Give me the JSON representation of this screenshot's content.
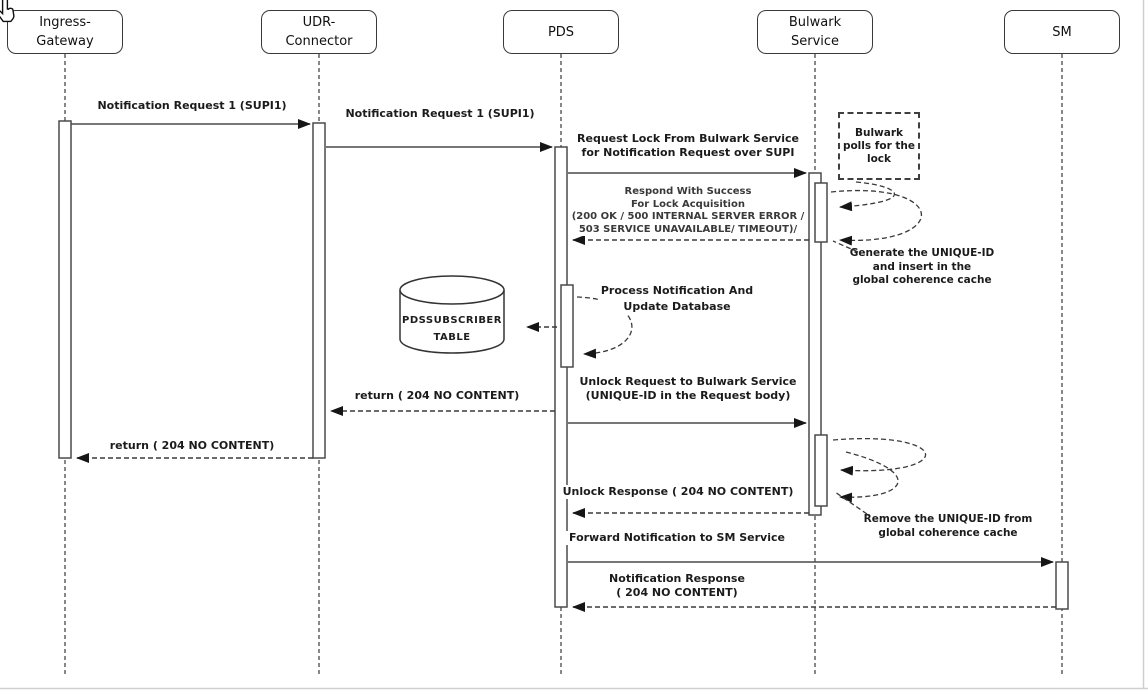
{
  "diagram_type": "uml-sequence-diagram",
  "actors": [
    {
      "id": "ingress-gateway",
      "label": "Ingress-\nGateway"
    },
    {
      "id": "udr-connector",
      "label": "UDR-\nConnector"
    },
    {
      "id": "pds",
      "label": "PDS"
    },
    {
      "id": "bulwark-service",
      "label": "Bulwark\nService"
    },
    {
      "id": "sm",
      "label": "SM"
    }
  ],
  "messages": {
    "notif_req_1": "Notification Request 1 (SUPI1)",
    "notif_req_2": "Notification Request 1 (SUPI1)",
    "request_lock": "Request Lock From Bulwark Service\nfor Notification Request over SUPI",
    "respond_success": "Respond With Success\nFor Lock Acquisition\n(200 OK / 500 INTERNAL SERVER ERROR /\n503 SERVICE UNAVAILABLE/ TIMEOUT)/",
    "process_notification": "Process Notification And\nUpdate Database",
    "return_udr": "return ( 204 NO CONTENT)",
    "unlock_request": "Unlock Request to Bulwark Service\n(UNIQUE-ID in the Request body)",
    "return_ingress": "return ( 204 NO CONTENT)",
    "unlock_response": "Unlock Response ( 204 NO CONTENT)",
    "forward_notification": "Forward Notification to SM Service",
    "notification_response": "Notification Response\n( 204 NO CONTENT)"
  },
  "annotations": {
    "bulwark_polls": "Bulwark\npolls for the\nlock",
    "generate_unique_id": "Generate the UNIQUE-ID\nand insert in the\nglobal coherence cache",
    "remove_unique_id": "Remove the UNIQUE-ID from\nglobal coherence cache"
  },
  "database": {
    "label": "PDSSUBSCRIBER\nTABLE"
  },
  "colors": {
    "stroke": "#3a3a3a",
    "text": "#1b1b1b",
    "muted_text": "#3a3a3a",
    "frame_border": "#cfcfcf",
    "background": "#ffffff"
  }
}
